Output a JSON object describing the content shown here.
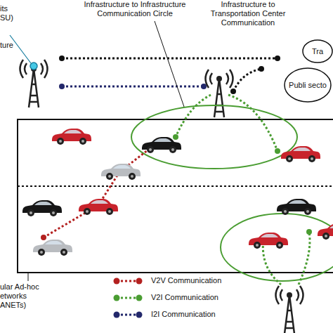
{
  "diagram": {
    "nodes": [
      {
        "text": [
          "Tra"
        ]
      },
      {
        "text": [
          "Publi secto"
        ]
      }
    ],
    "labels": [
      "Infrastructure to Infrastructure Communication Circle",
      "Infrastructure to Transportation Center Communication",
      "its SU)",
      "ture",
      "ular Ad-hoc etworks ANETs)"
    ],
    "legend": [
      {
        "text": "V2V Communication",
        "color": "#b3201f"
      },
      {
        "text": "V2I Communication",
        "color": "#4a9d32"
      },
      {
        "text": "I2I Communication",
        "color": "#23286b"
      }
    ]
  }
}
